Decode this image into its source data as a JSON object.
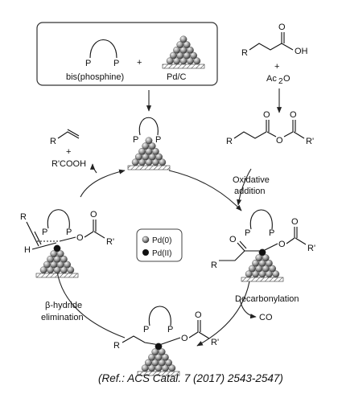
{
  "catalyst_box": {
    "ligand_name": "bis(phosphine)",
    "catalyst_name": "Pd/C",
    "plus": "+"
  },
  "reagents": {
    "acid_label_R": "R",
    "acid_OH": "OH",
    "acid_O": "O",
    "plus": "+",
    "anhydride_reagent": "Ac",
    "anhydride_sub": "2",
    "anhydride_O": "O",
    "mixed_anhydride_R": "R",
    "mixed_anhydride_Rprime": "R'"
  },
  "products": {
    "alkene_R": "R",
    "plus": "+",
    "acid": "R'COOH"
  },
  "steps": {
    "oxidative_addition_line1": "Oxidative",
    "oxidative_addition_line2": "addition",
    "decarbonylation": "Decarbonylation",
    "co": "CO",
    "beta_line1": "β-hydride",
    "beta_line2": "elimination"
  },
  "legend": {
    "pd0": "Pd(0)",
    "pd2": "Pd(II)"
  },
  "atoms": {
    "P": "P",
    "O": "O",
    "H": "H",
    "R": "R",
    "Rprime": "R'"
  },
  "reference": "(Ref.: ACS Catal. 7 (2017) 2543-2547)"
}
